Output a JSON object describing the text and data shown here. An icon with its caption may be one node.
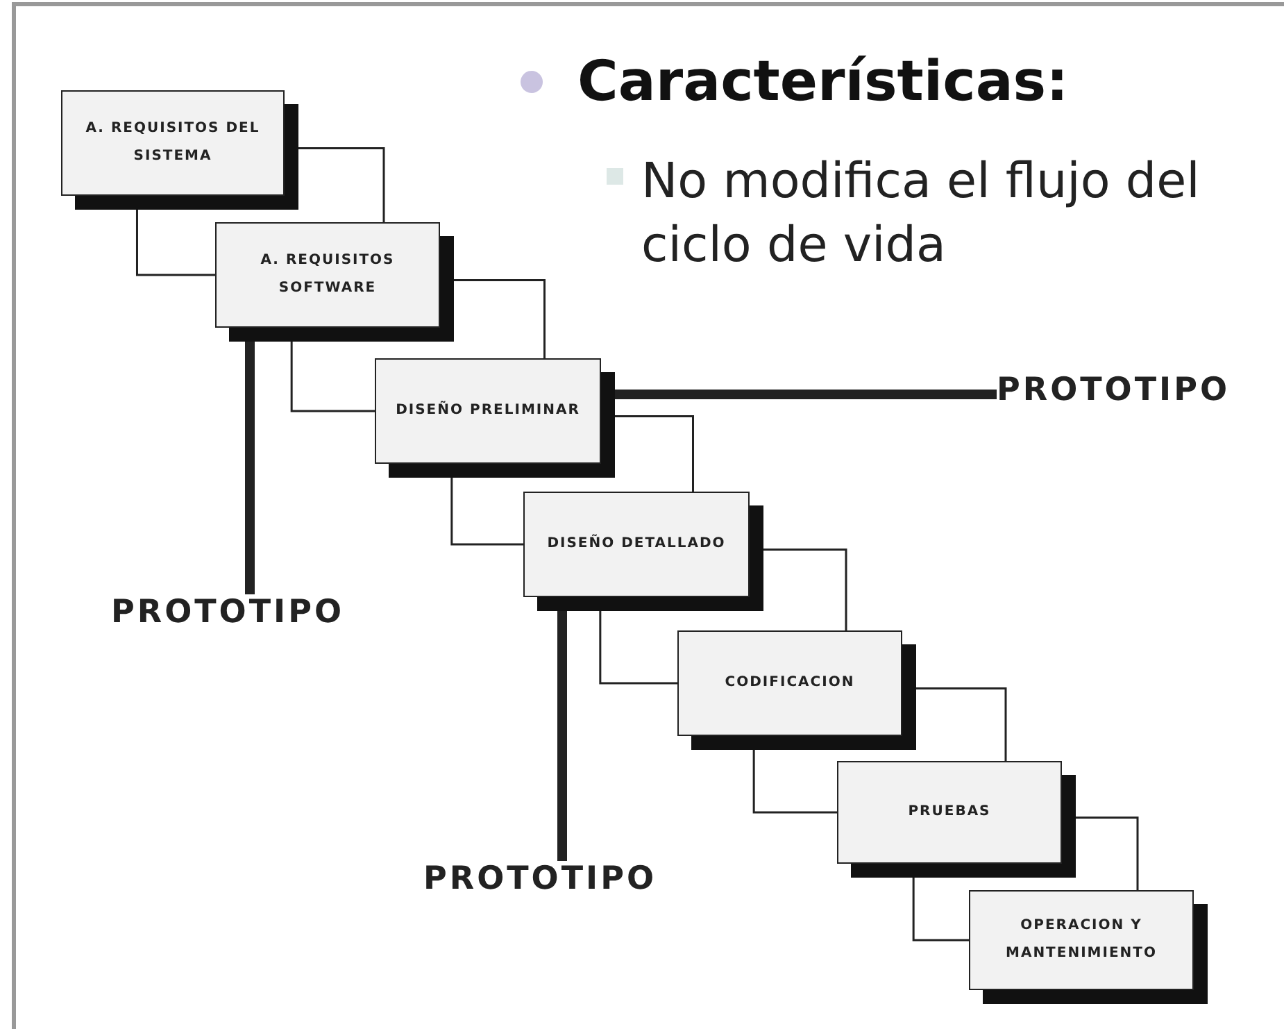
{
  "diagram": {
    "title": "Características:",
    "nodes": [
      {
        "text": [
          "A. REQUISITOS DEL SISTEMA"
        ]
      },
      {
        "text": [
          "A. REQUISITOS SOFTWARE"
        ]
      },
      {
        "text": [
          "DISEÑO PRELIMINAR"
        ]
      },
      {
        "text": [
          "DISEÑO DETALLADO"
        ]
      },
      {
        "text": [
          "CODIFICACION"
        ]
      },
      {
        "text": [
          "PRUEBAS"
        ]
      },
      {
        "text": [
          "OPERACION Y MANTENIMIENTO"
        ]
      },
      {
        "text": [
          "PROTOTIPO"
        ]
      },
      {
        "text": [
          "PROTOTIPO"
        ]
      },
      {
        "text": [
          "PROTOTIPO"
        ]
      }
    ],
    "edges": [
      {
        "from": 0,
        "to": 1,
        "arrow": "none"
      },
      {
        "from": 1,
        "to": 2,
        "arrow": "none"
      },
      {
        "from": 2,
        "to": 3,
        "arrow": "none"
      },
      {
        "from": 3,
        "to": 4,
        "arrow": "none"
      },
      {
        "from": 4,
        "to": 5,
        "arrow": "none"
      },
      {
        "from": 5,
        "to": 6,
        "arrow": "none"
      },
      {
        "from": 1,
        "to": 0,
        "arrow": "none"
      },
      {
        "from": 2,
        "to": 1,
        "arrow": "none"
      },
      {
        "from": 3,
        "to": 2,
        "arrow": "none"
      },
      {
        "from": 4,
        "to": 3,
        "arrow": "none"
      },
      {
        "from": 5,
        "to": 4,
        "arrow": "none"
      },
      {
        "from": 6,
        "to": 5,
        "arrow": "none"
      },
      {
        "from": 7,
        "to": 1,
        "arrow": "none",
        "style": "thick"
      },
      {
        "from": 8,
        "to": 2,
        "arrow": "none",
        "style": "thick"
      },
      {
        "from": 9,
        "to": 3,
        "arrow": "none",
        "style": "thick"
      }
    ],
    "labels": [
      "No modifica el flujo del ciclo de vida"
    ]
  }
}
